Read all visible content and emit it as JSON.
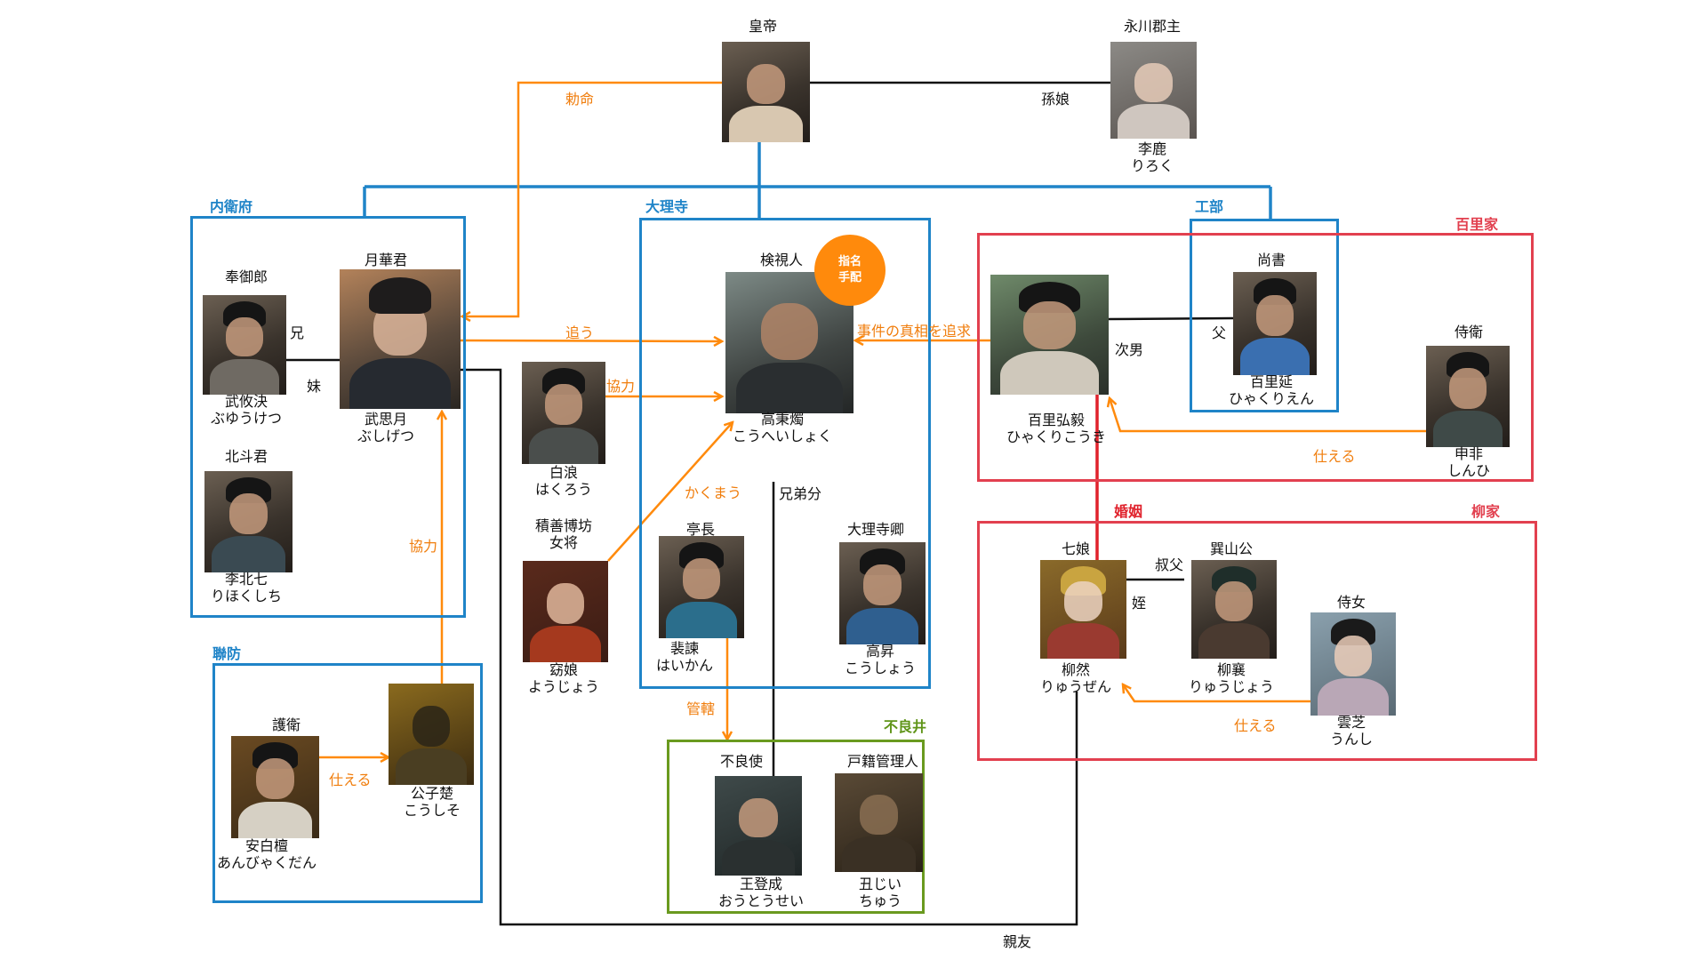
{
  "colors": {
    "org_blue": "#1f84c8",
    "family_red": "#e2404f",
    "slums_green": "#6a9a1f",
    "relation_orange": "#ff8a0c",
    "marriage_red": "#e0222c",
    "kin_black": "#111111"
  },
  "groups": {
    "naieifu": "内衛府",
    "dairiji": "大理寺",
    "koubu": "工部",
    "hyakurike": "百里家",
    "ryuuke": "柳家",
    "renbou": "聯防",
    "furyousei": "不良井"
  },
  "people": {
    "emperor": {
      "role": "皇帝"
    },
    "riroku": {
      "role": "永川郡主",
      "name": "李鹿",
      "kana": "りろく"
    },
    "bushigetsu": {
      "role": "月華君",
      "name": "武思月",
      "kana": "ぶしげつ"
    },
    "buyuuketsu": {
      "role": "奉御郎",
      "name": "武攸決",
      "kana": "ぶゆうけつ"
    },
    "rihokushichi": {
      "role": "北斗君",
      "name": "李北七",
      "kana": "りほくしち"
    },
    "kouheishoku": {
      "role": "検視人",
      "name": "高秉燭",
      "kana": "こうへいしょく"
    },
    "hakurou": {
      "name": "白浪",
      "kana": "はくろう"
    },
    "youjou": {
      "role_line1": "積善博坊",
      "role_line2": "女将",
      "name": "窈娘",
      "kana": "ようじょう"
    },
    "haikan": {
      "role": "亭長",
      "name": "裴諫",
      "kana": "はいかん"
    },
    "koushou": {
      "role": "大理寺卿",
      "name": "高昇",
      "kana": "こうしょう"
    },
    "hyakurikouki": {
      "name": "百里弘毅",
      "kana": "ひゃくりこうき"
    },
    "hyakurien": {
      "role": "尚書",
      "name": "百里延",
      "kana": "ひゃくりえん"
    },
    "shinpi": {
      "role": "侍衛",
      "name": "申非",
      "kana": "しんひ"
    },
    "ryuuzen": {
      "role": "七娘",
      "name": "柳然",
      "kana": "りゅうぜん"
    },
    "ryuujou": {
      "role": "巽山公",
      "name": "柳襄",
      "kana": "りゅうじょう"
    },
    "unshi": {
      "role": "侍女",
      "name": "雲芝",
      "kana": "うんし"
    },
    "anbyakudan": {
      "role": "護衛",
      "name": "安白檀",
      "kana": "あんびゃくだん"
    },
    "koushiso": {
      "name": "公子楚",
      "kana": "こうしそ"
    },
    "outousei": {
      "role": "不良使",
      "name": "王登成",
      "kana": "おうとうせい"
    },
    "chuu": {
      "role": "戸籍管理人",
      "name": "丑じい",
      "kana": "ちゅう"
    }
  },
  "badge": {
    "line1": "指名",
    "line2": "手配"
  },
  "relations": {
    "chokumei": "勅命",
    "magomusume": "孫娘",
    "ou": "追う",
    "kyouryoku1": "協力",
    "kyouryoku2": "協力",
    "jiken": "事件の真相を追求",
    "ani": "兄",
    "imouto": "妹",
    "kakumau": "かくまう",
    "kyoudaibun": "兄弟分",
    "jinan": "次男",
    "chichi": "父",
    "tsukaeru1": "仕える",
    "tsukaeru2": "仕える",
    "tsukaeru3": "仕える",
    "konin": "婚姻",
    "oji": "叔父",
    "mei": "姪",
    "kankatsu": "管轄",
    "shinyuu": "親友"
  }
}
